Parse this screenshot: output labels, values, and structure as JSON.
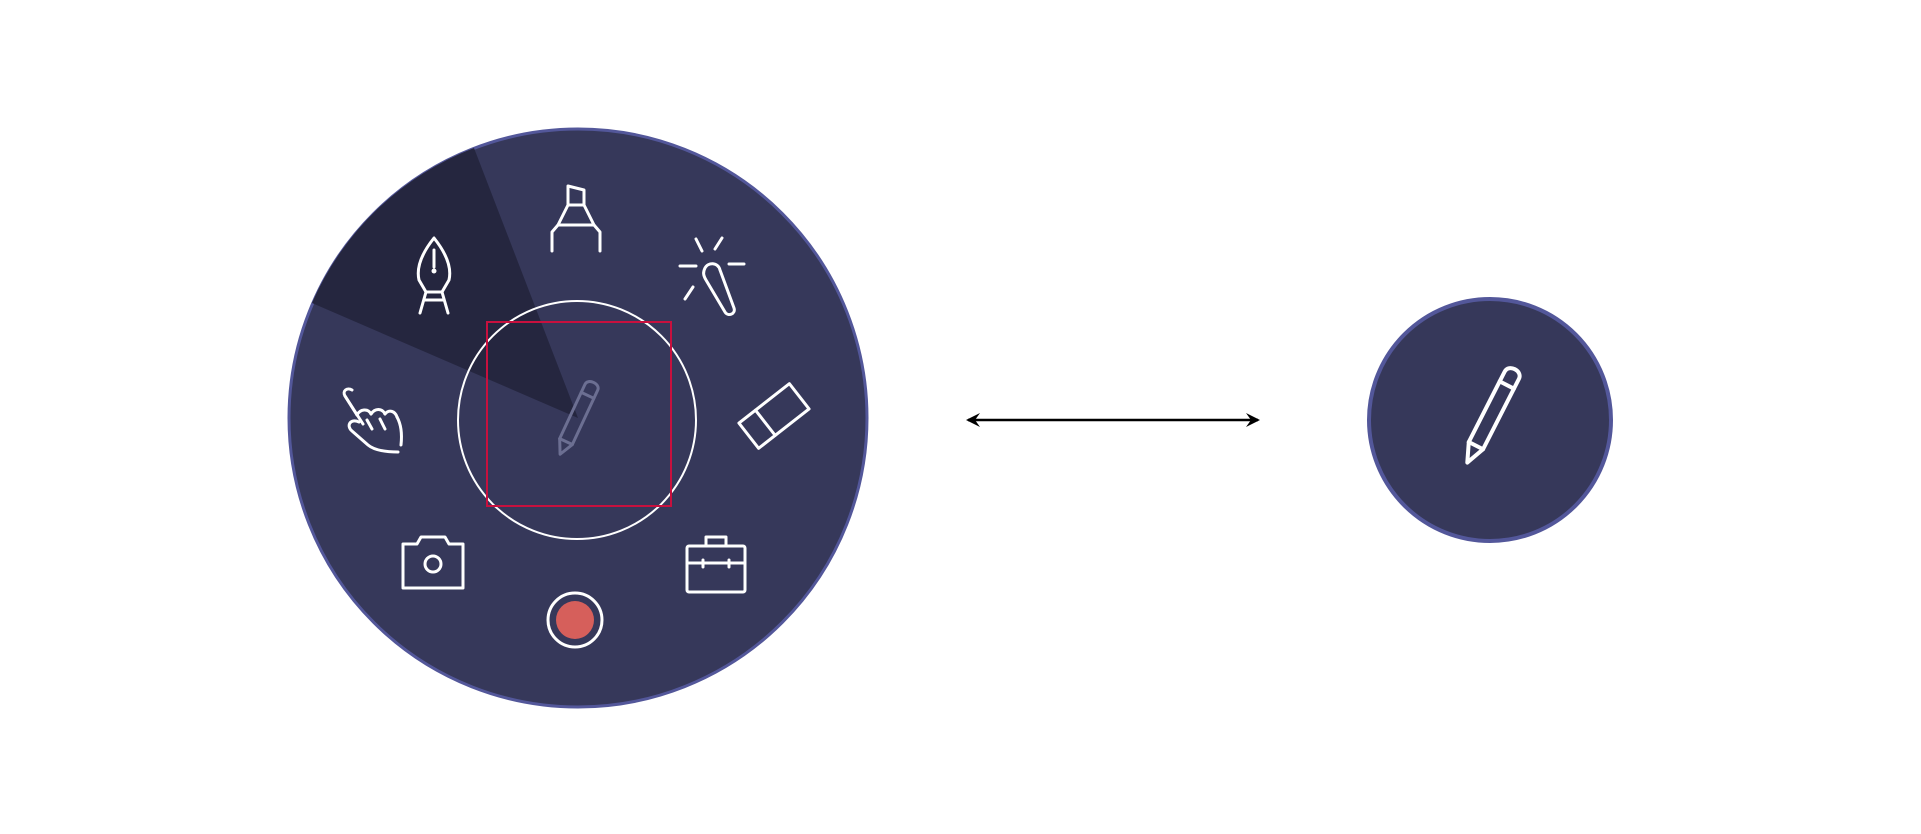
{
  "palette": {
    "background": "#ffffff",
    "menu_fill": "#36385a",
    "menu_border": "#53579a",
    "selected_sector_fill": "#25263f",
    "icon_color": "#ffffff",
    "center_icon_color": "#6c6f92",
    "highlight_box": "#c8103e",
    "record_fill": "#d65f5b",
    "arrow_color": "#000000"
  },
  "radial_menu": {
    "selected_tool": "pen-tool",
    "center_button": {
      "icon": "pencil-icon",
      "highlighted": true
    },
    "items": [
      {
        "id": "pen-tool",
        "icon": "pen-nib-icon",
        "selected": true
      },
      {
        "id": "highlighter-tool",
        "icon": "highlighter-icon",
        "selected": false
      },
      {
        "id": "laser-pointer-tool",
        "icon": "laser-pointer-icon",
        "selected": false
      },
      {
        "id": "eraser-tool",
        "icon": "eraser-icon",
        "selected": false
      },
      {
        "id": "toolbox-tool",
        "icon": "briefcase-icon",
        "selected": false
      },
      {
        "id": "record-tool",
        "icon": "record-icon",
        "selected": false
      },
      {
        "id": "screenshot-tool",
        "icon": "camera-icon",
        "selected": false
      },
      {
        "id": "select-tool",
        "icon": "hand-pointer-icon",
        "selected": false
      }
    ]
  },
  "transition": {
    "icon": "double-arrow-icon",
    "direction": "both"
  },
  "collapsed_button": {
    "icon": "pencil-icon"
  }
}
